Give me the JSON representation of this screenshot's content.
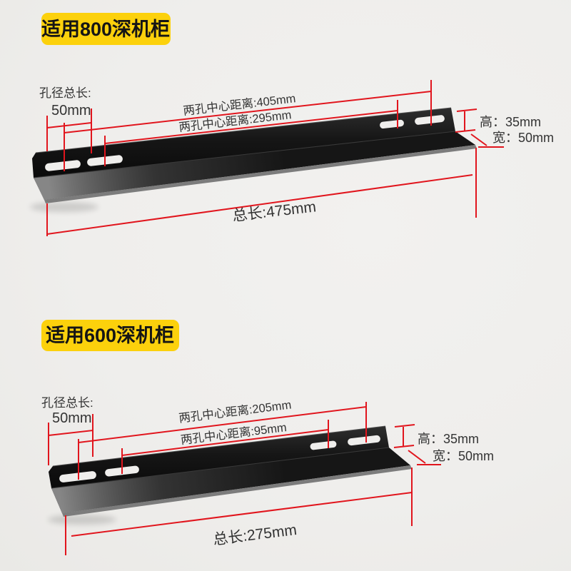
{
  "colors": {
    "background": "#efeeec",
    "dimension_red": "#e1151d",
    "badge_yellow": "#fcd10c",
    "bracket_black": "#141414",
    "text_dark": "#333333"
  },
  "diagram_800": {
    "badge": "适用800深机柜",
    "hole_length_label": "孔径总长:",
    "hole_length_value": "50mm",
    "center_distance_1": "两孔中心距离:405mm",
    "center_distance_2": "两孔中心距离:295mm",
    "height_label": "高：35mm",
    "width_label": "宽：50mm",
    "total_length": "总长:475mm"
  },
  "diagram_600": {
    "badge": "适用600深机柜",
    "hole_length_label": "孔径总长:",
    "hole_length_value": "50mm",
    "center_distance_1": "两孔中心距离:205mm",
    "center_distance_2": "两孔中心距离:95mm",
    "height_label": "高：35mm",
    "width_label": "宽：50mm",
    "total_length": "总长:275mm"
  }
}
